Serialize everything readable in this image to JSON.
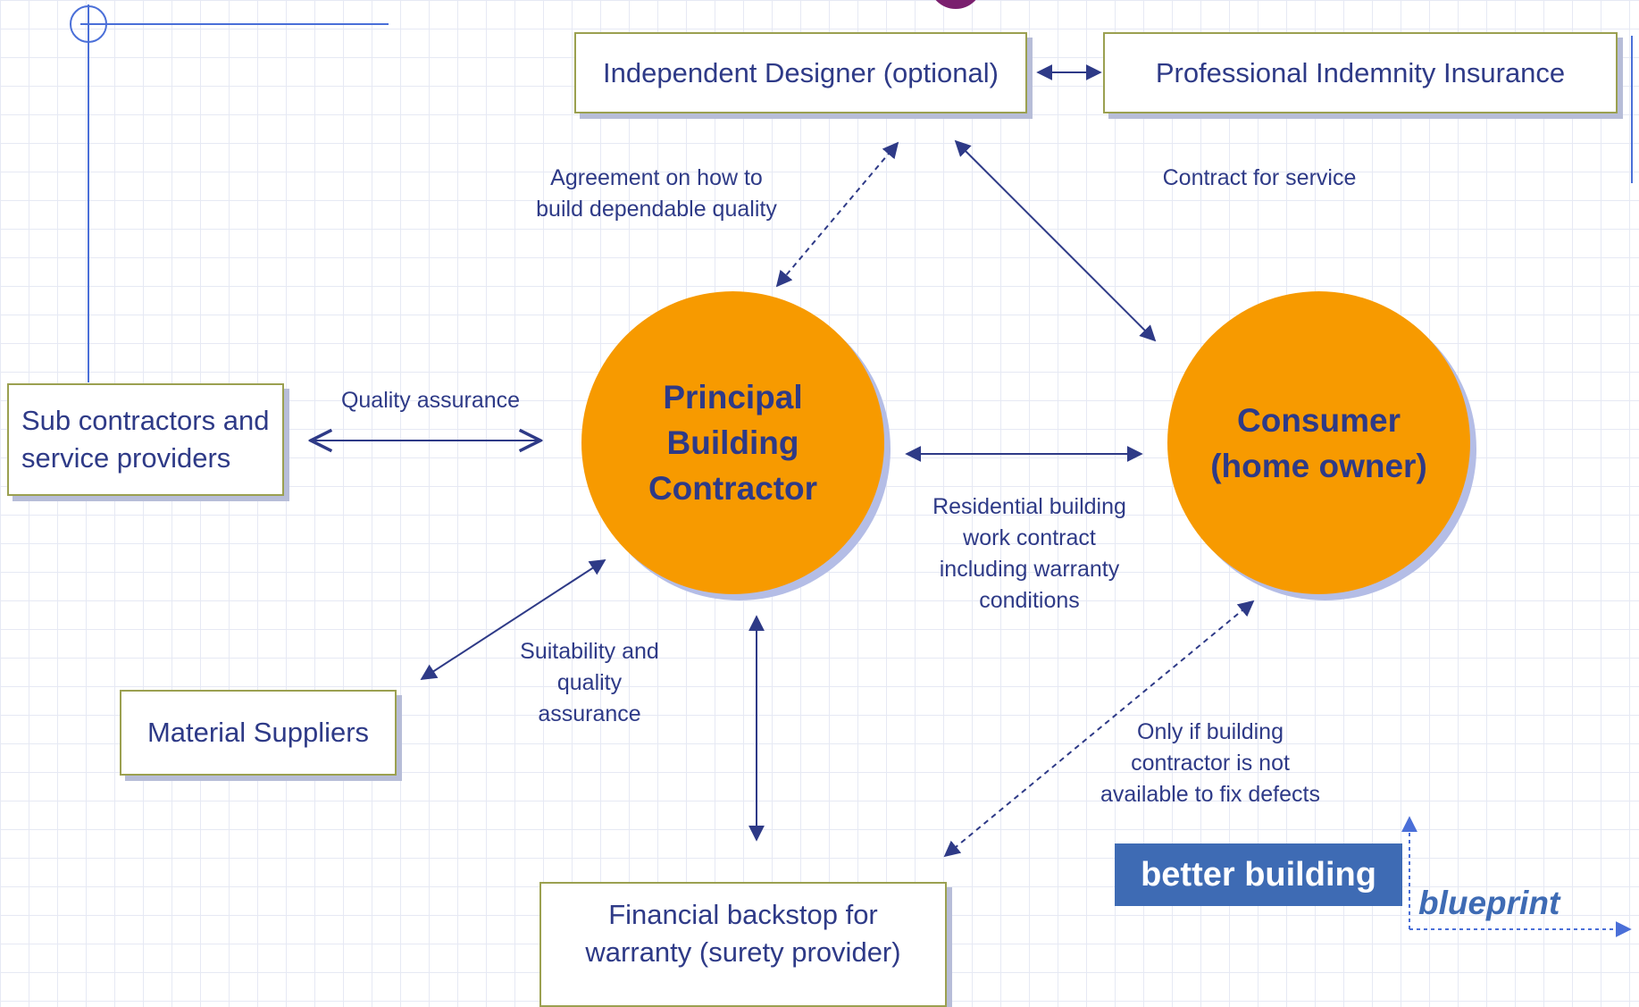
{
  "nodes": {
    "designer": "Independent Designer (optional)",
    "insurance": "Professional Indemnity Insurance",
    "subcontractors": "Sub contractors and service providers",
    "suppliers": "Material Suppliers",
    "surety": "Financial backstop for warranty (surety provider)",
    "contractor": "Principal Building Contractor",
    "consumer": "Consumer (home owner)"
  },
  "edge_labels": {
    "agreement": "Agreement on how to\nbuild dependable quality",
    "contract_service": "Contract for service",
    "quality_assurance": "Quality assurance",
    "residential": "Residential building\nwork contract\nincluding warranty\nconditions",
    "suitability": "Suitability and\nquality\nassurance",
    "only_if": "Only if building\ncontractor is not\navailable to fix defects"
  },
  "logo": {
    "main": "better building",
    "sub": "blueprint"
  },
  "colors": {
    "circle": "#f79a00",
    "text": "#2e3a87",
    "box_border": "#9ba050",
    "logo": "#3e6bb4",
    "arrow": "#2e3a87"
  }
}
